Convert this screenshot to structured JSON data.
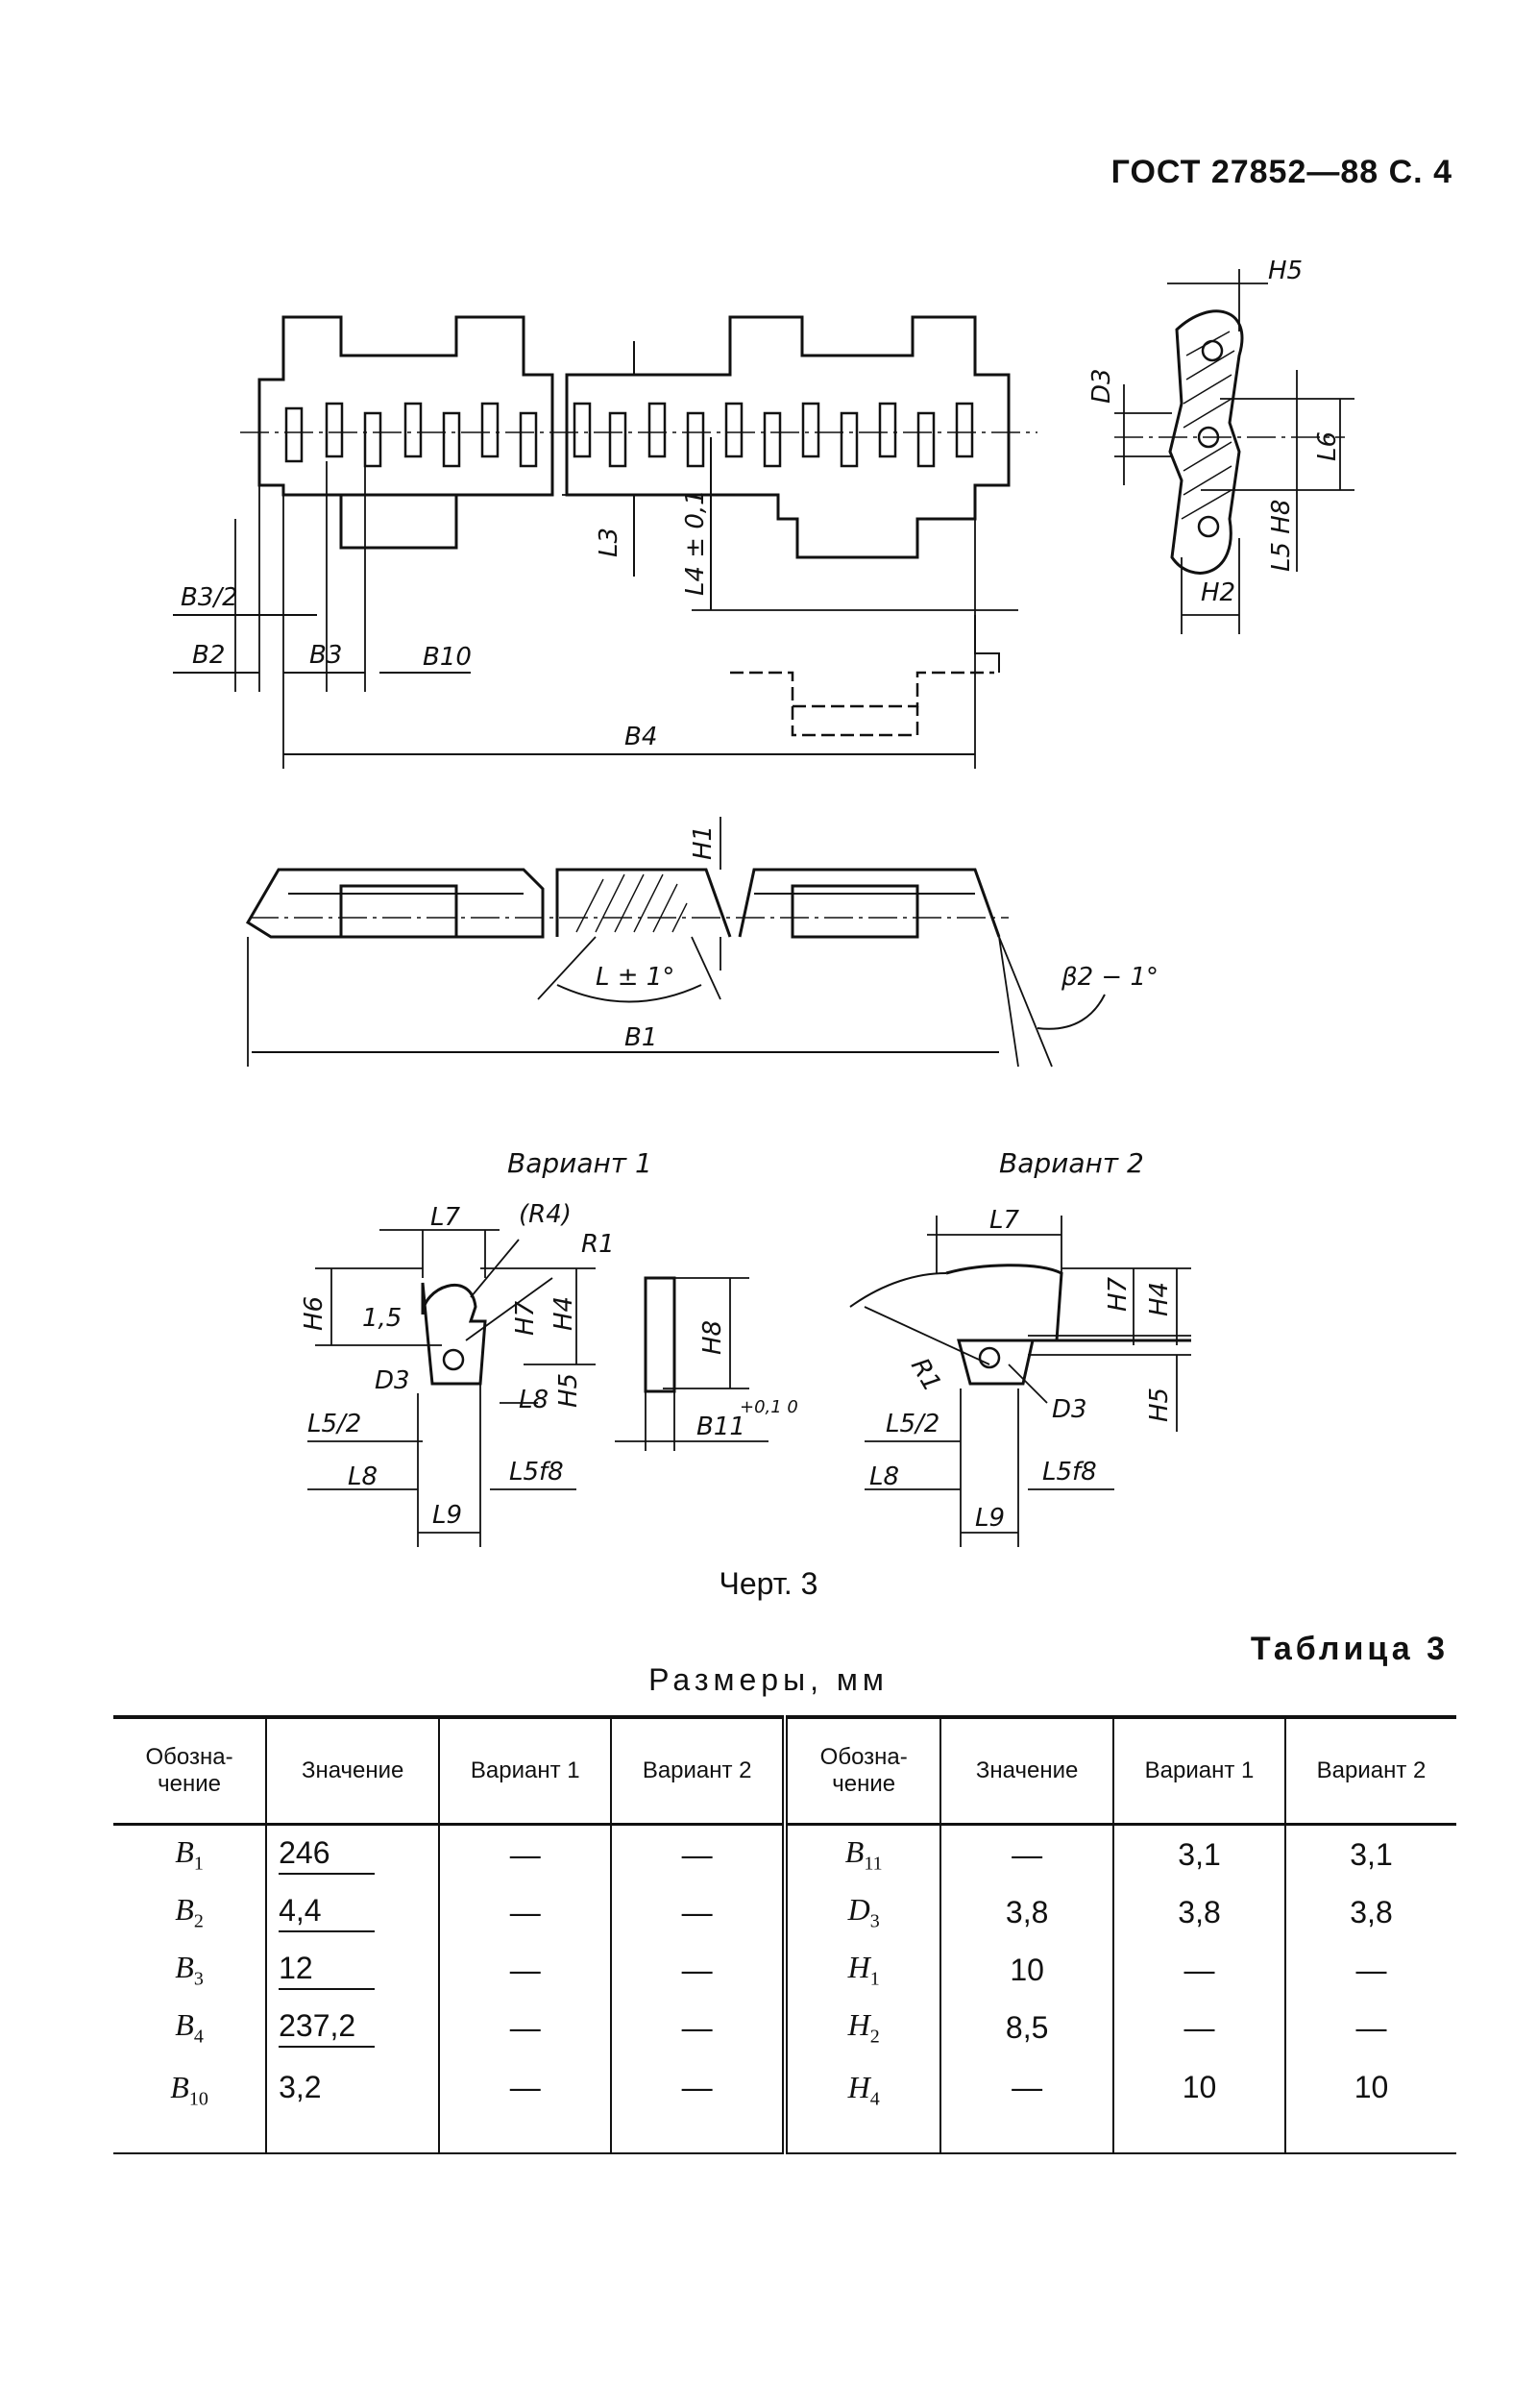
{
  "header": {
    "standard": "ГОСТ 27852—88 С. 4"
  },
  "drawing": {
    "caption": "Черт. 3",
    "variant_1_label": "Вариант 1",
    "variant_2_label": "Вариант 2",
    "dimension_labels": {
      "b3_half": "B3/2",
      "b2": "B2",
      "b3": "B3",
      "b10": "B10",
      "b4": "B4",
      "l3": "L3",
      "l4": "L4 ± 0,1",
      "d3": "D3",
      "h5": "H5",
      "l6": "L6",
      "l5h8": "L5 H8",
      "h2": "H2",
      "h1": "H1",
      "angle_l": "L ± 1°",
      "beta": "β2 − 1°",
      "b1": "B1",
      "l7": "L7",
      "r4": "(R4)",
      "r1": "R1",
      "h6": "H6",
      "h7": "H7",
      "h4": "H4",
      "dim_15": "1,5",
      "l8": "L8",
      "l5_half": "L5/2",
      "l5f8": "L5f8",
      "l9": "L9",
      "h8": "H8",
      "b11": "B11",
      "b11_tol": "+0,1 0"
    }
  },
  "table": {
    "label": "Таблица 3",
    "title": "Размеры, мм",
    "headers": [
      "Обозна-чение",
      "Значение",
      "Вариант 1",
      "Вариант 2",
      "Обозна-чение",
      "Значение",
      "Вариант 1",
      "Вариант 2"
    ],
    "rows": [
      {
        "s1": "B",
        "s1sub": "1",
        "v1": "246",
        "a1": "—",
        "b1": "—",
        "s2": "B",
        "s2sub": "11",
        "v2": "—",
        "a2": "3,1",
        "b2": "3,1"
      },
      {
        "s1": "B",
        "s1sub": "2",
        "v1": "4,4",
        "a1": "—",
        "b1": "—",
        "s2": "D",
        "s2sub": "3",
        "v2": "3,8",
        "a2": "3,8",
        "b2": "3,8"
      },
      {
        "s1": "B",
        "s1sub": "3",
        "v1": "12",
        "a1": "—",
        "b1": "—",
        "s2": "H",
        "s2sub": "1",
        "v2": "10",
        "a2": "—",
        "b2": "—"
      },
      {
        "s1": "B",
        "s1sub": "4",
        "v1": "237,2",
        "a1": "—",
        "b1": "—",
        "s2": "H",
        "s2sub": "2",
        "v2": "8,5",
        "a2": "—",
        "b2": "—"
      },
      {
        "s1": "B",
        "s1sub": "10",
        "v1": "3,2",
        "a1": "—",
        "b1": "—",
        "s2": "H",
        "s2sub": "4",
        "v2": "—",
        "a2": "10",
        "b2": "10"
      }
    ]
  }
}
